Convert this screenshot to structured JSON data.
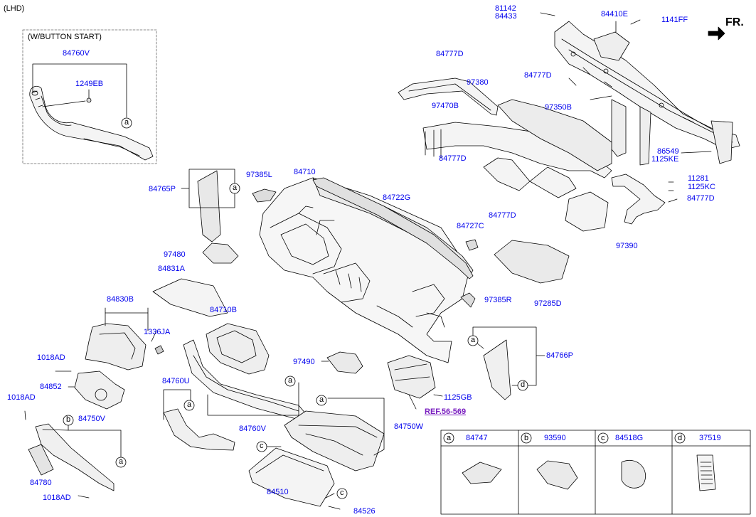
{
  "header": {
    "variant": "(LHD)",
    "direction": "FR."
  },
  "inset": {
    "title": "(W/BUTTON START)",
    "part": "84760V",
    "screw": "1249EB",
    "mark": "a"
  },
  "labels": {
    "p81142": "81142",
    "p84433": "84433",
    "p84410E": "84410E",
    "p1141FF": "1141FF",
    "p84777D_a": "84777D",
    "p97380": "97380",
    "p84777D_b": "84777D",
    "p97470B": "97470B",
    "p97350B": "97350B",
    "p84777D_c": "84777D",
    "p86549": "86549",
    "p1125KE": "1125KE",
    "p11281": "11281",
    "p1125KC": "1125KC",
    "p84777D_d": "84777D",
    "p97385L": "97385L",
    "p84710": "84710",
    "p84722G": "84722G",
    "p84765P": "84765P",
    "p84777D_e": "84777D",
    "p84727C": "84727C",
    "p97390": "97390",
    "p97480": "97480",
    "p84831A": "84831A",
    "p97385R": "97385R",
    "p97285D": "97285D",
    "p84830B": "84830B",
    "p84710B": "84710B",
    "p1336JA": "1336JA",
    "p1018AD_a": "1018AD",
    "p97490": "97490",
    "p84766P": "84766P",
    "p84852": "84852",
    "p84760U": "84760U",
    "p1125GB": "1125GB",
    "p1018AD_b": "1018AD",
    "ref": "REF.56-569",
    "p84750V": "84750V",
    "p84760V": "84760V",
    "p84750W": "84750W",
    "p84780": "84780",
    "p84510": "84510",
    "p1018AD_c": "1018AD",
    "p84526": "84526"
  },
  "marks": {
    "a": "a",
    "b": "b",
    "c": "c",
    "d": "d"
  },
  "legend": [
    {
      "mark": "a",
      "part": "84747"
    },
    {
      "mark": "b",
      "part": "93590"
    },
    {
      "mark": "c",
      "part": "84518G"
    },
    {
      "mark": "d",
      "part": "37519"
    }
  ]
}
